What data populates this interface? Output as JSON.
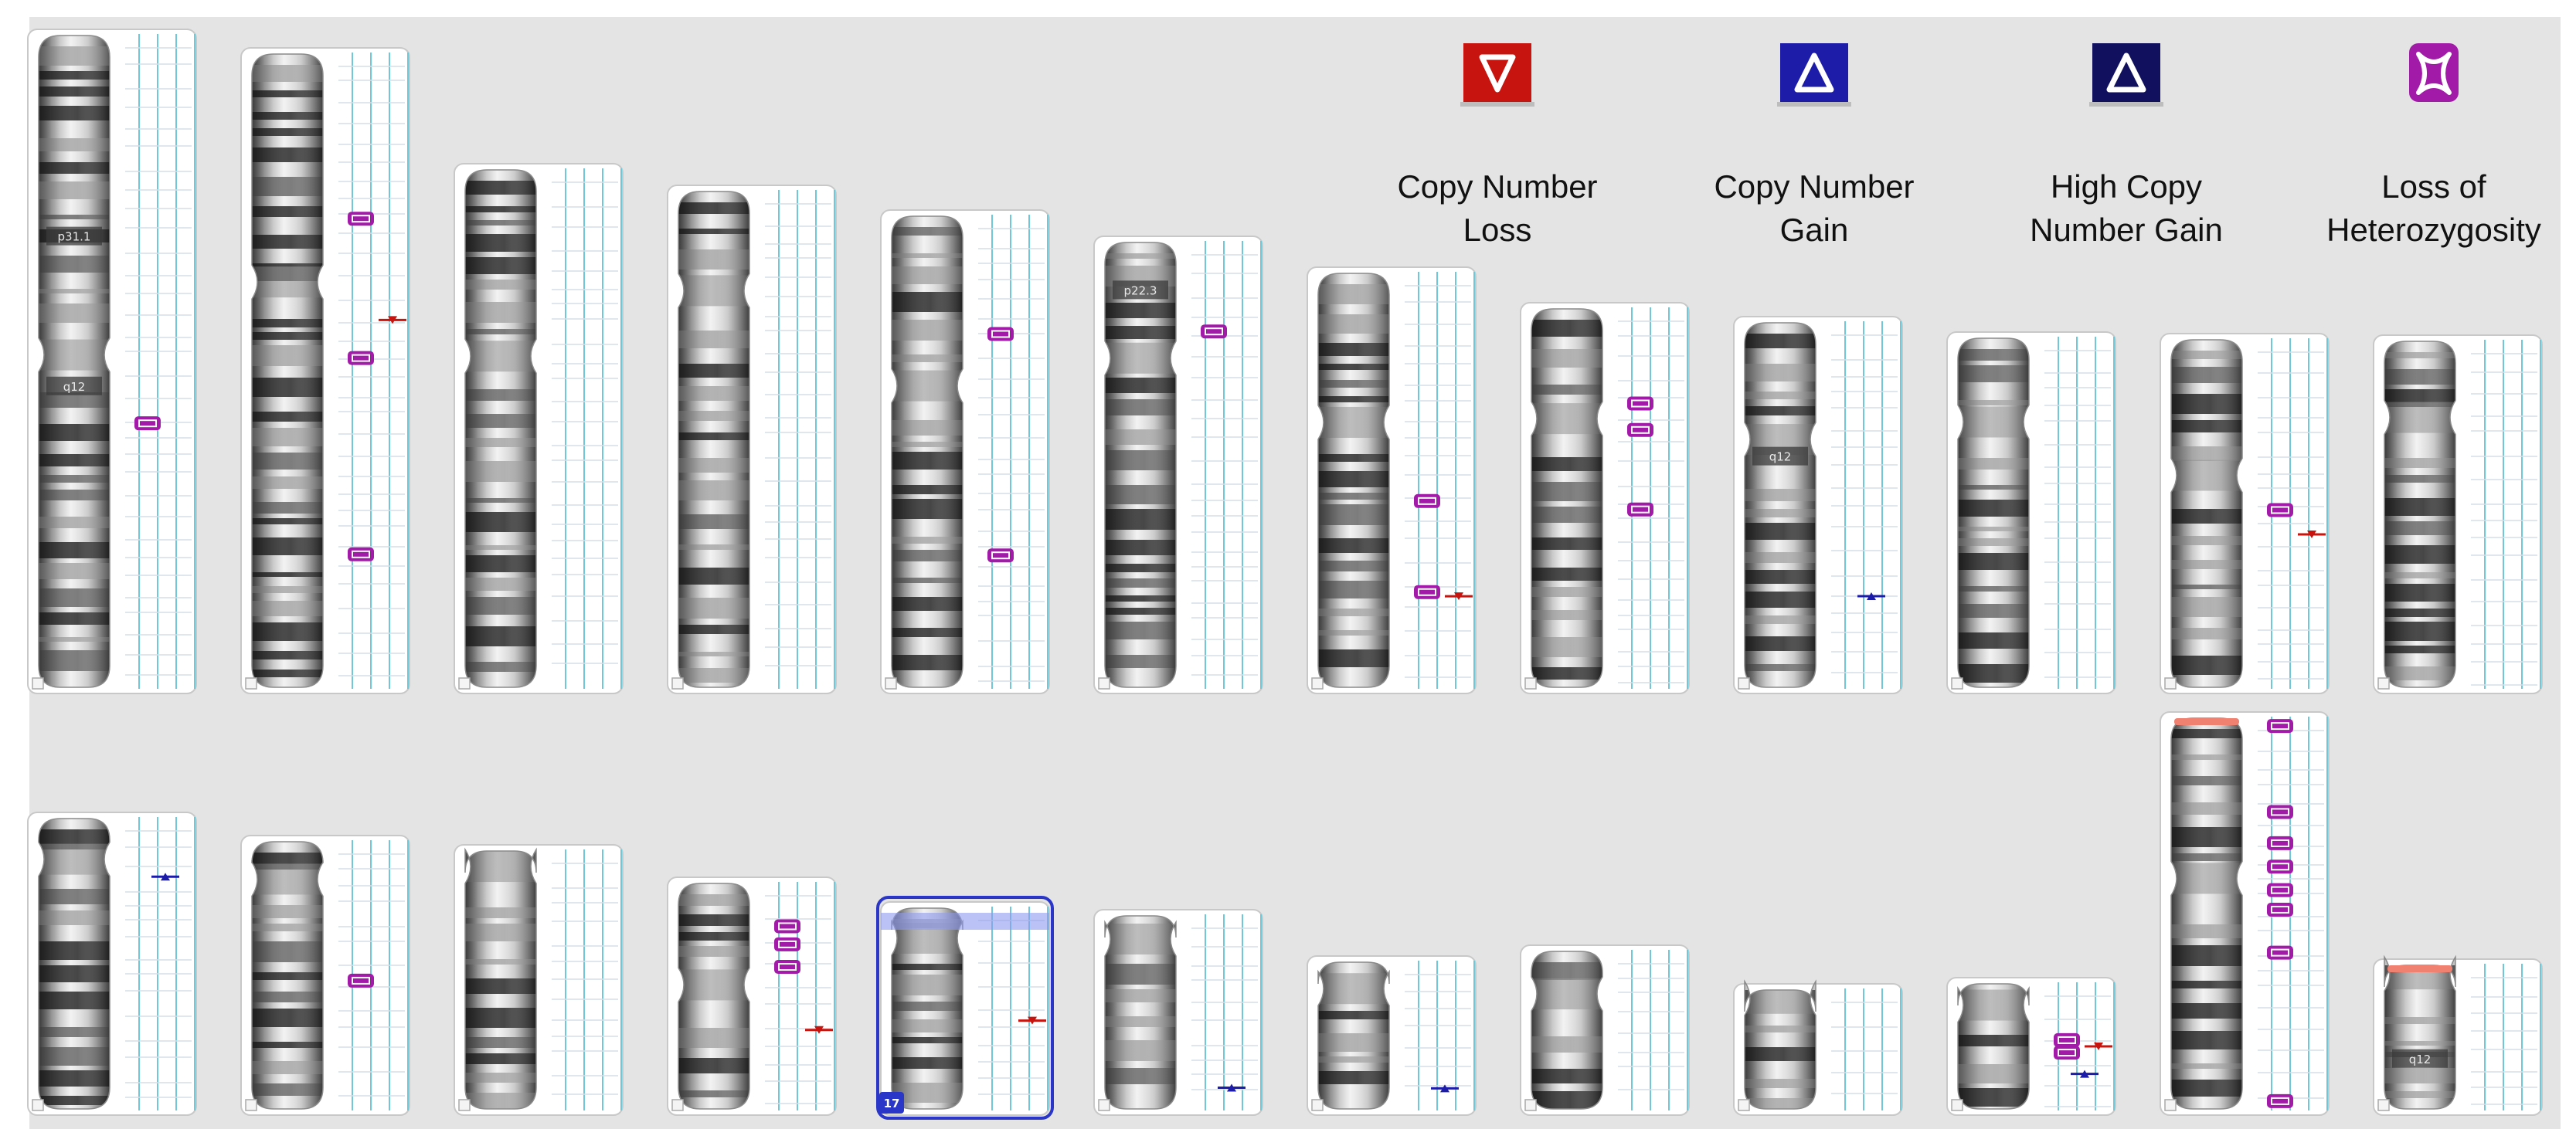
{
  "legend": [
    {
      "label": "Copy Number\nLoss",
      "icon": "triangle-down-icon",
      "bg": "#c8140e",
      "glyph": "#ffffff"
    },
    {
      "label": "Copy Number\nGain",
      "icon": "triangle-up-icon",
      "bg": "#1c1ca8",
      "glyph": "#ffffff"
    },
    {
      "label": "High Copy\nNumber  Gain",
      "icon": "triangle-up-icon",
      "bg": "#10105e",
      "glyph": "#ffffff"
    },
    {
      "label": "Loss of\nHeterozygosity",
      "icon": "star-icon",
      "bg": "#a21aa8",
      "glyph": "#ffffff"
    }
  ],
  "colors": {
    "loss": "#c8140e",
    "gain": "#1c1ca8",
    "high_gain": "#10105e",
    "loh": "#a21aa8",
    "grid_blue": "#6fc8d8",
    "selected": "#2a36c8"
  },
  "chromosomes": [
    {
      "band_labels": [
        {
          "text": "p31.1",
          "pos": 0.31
        },
        {
          "text": "q12",
          "pos": 0.54
        }
      ],
      "loh": [
        0.595
      ],
      "loss": [],
      "gain": []
    },
    {
      "band_labels": [],
      "loh": [
        0.26,
        0.48,
        0.79
      ],
      "loss": [
        0.42
      ],
      "gain": []
    },
    {
      "band_labels": [],
      "loh": [],
      "loss": [],
      "gain": []
    },
    {
      "band_labels": [],
      "loh": [],
      "loss": [],
      "gain": []
    },
    {
      "band_labels": [],
      "loh": [
        0.25,
        0.72
      ],
      "loss": [],
      "gain": []
    },
    {
      "band_labels": [
        {
          "text": "p22.3",
          "pos": 0.11
        }
      ],
      "loh": [
        0.2
      ],
      "loss": [],
      "gain": []
    },
    {
      "band_labels": [],
      "loh": [
        0.55,
        0.77
      ],
      "loss": [
        0.78
      ],
      "gain": []
    },
    {
      "band_labels": [],
      "loh": [
        0.25,
        0.32,
        0.53
      ],
      "loss": [],
      "gain": []
    },
    {
      "band_labels": [
        {
          "text": "q12",
          "pos": 0.37
        }
      ],
      "loh": [],
      "loss": [],
      "gain": [
        0.75
      ]
    },
    {
      "band_labels": [],
      "loh": [],
      "loss": [],
      "gain": []
    },
    {
      "band_labels": [],
      "loh": [
        0.49
      ],
      "loss": [
        0.56
      ],
      "gain": []
    },
    {
      "band_labels": [],
      "loh": [],
      "loss": [],
      "gain": []
    },
    {
      "band_labels": [],
      "loh": [],
      "loss": [],
      "gain": [
        0.2
      ]
    },
    {
      "band_labels": [],
      "loh": [
        0.52
      ],
      "loss": [],
      "gain": []
    },
    {
      "band_labels": [],
      "loh": [],
      "loss": [],
      "gain": []
    },
    {
      "band_labels": [],
      "loh": [
        0.19,
        0.27,
        0.37
      ],
      "loss": [
        0.65
      ],
      "gain": []
    },
    {
      "band_labels": [],
      "loh": [],
      "loss": [
        0.56
      ],
      "gain": [],
      "selected": true,
      "number": "17"
    },
    {
      "band_labels": [],
      "loh": [],
      "loss": [],
      "gain": [
        0.89
      ]
    },
    {
      "band_labels": [],
      "loh": [],
      "loss": [],
      "gain": [
        0.86
      ]
    },
    {
      "band_labels": [],
      "loh": [],
      "loss": [],
      "gain": []
    },
    {
      "band_labels": [],
      "loh": [],
      "loss": [],
      "gain": []
    },
    {
      "band_labels": [],
      "loh": [
        0.45,
        0.55
      ],
      "loss": [
        0.5
      ],
      "gain": [
        0.72
      ]
    },
    {
      "band_labels": [],
      "loh": [
        0.02,
        0.24,
        0.32,
        0.38,
        0.44,
        0.49,
        0.6,
        0.98
      ],
      "loss": [],
      "gain": []
    },
    {
      "band_labels": [
        {
          "text": "q12",
          "pos": 0.66
        }
      ],
      "loh": [],
      "loss": [],
      "gain": []
    }
  ]
}
